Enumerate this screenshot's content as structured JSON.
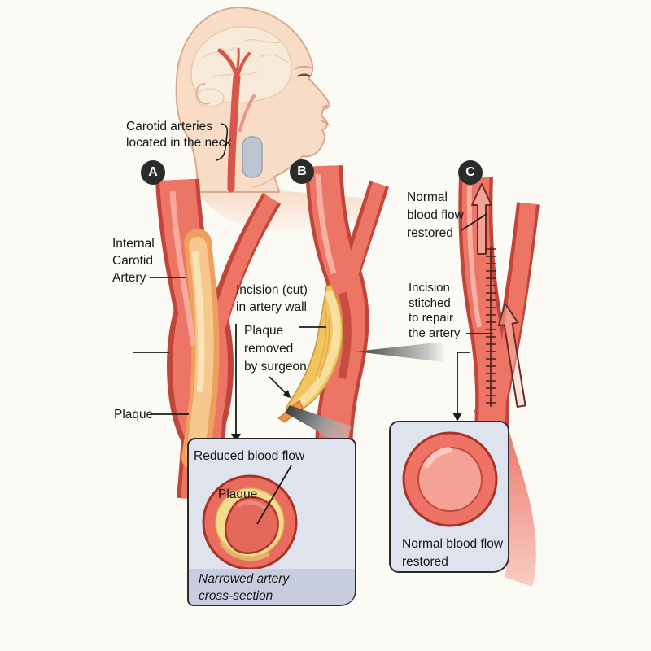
{
  "figure": {
    "neck_label": "Carotid arteries\nlocated in the neck",
    "panel_a": {
      "letter": "A",
      "artery_label": "Internal\nCarotid\nArtery",
      "plaque_label": "Plaque"
    },
    "panel_b": {
      "letter": "B",
      "incision_label": "Incision (cut)\nin artery wall",
      "plaque_removed_label": "Plaque\nremoved\nby surgeon"
    },
    "panel_c": {
      "letter": "C",
      "flow_label": "Normal\nblood flow\nrestored",
      "stitch_label": "Incision\nstitched\nto repair\nthe artery"
    },
    "inset_narrowed": {
      "title": "Reduced blood flow",
      "plaque_label": "Plaque",
      "caption": "Narrowed artery\ncross-section"
    },
    "inset_normal": {
      "caption": "Normal blood flow\nrestored"
    },
    "colors": {
      "background": "#fbfaf5",
      "artery_red": "#ec7566",
      "artery_dark_red": "#c2453a",
      "artery_highlight": "#f6b0a2",
      "plaque_yellow": "#f0c55f",
      "plaque_orange": "#ef9f5e",
      "inset_background": "#dfe3ee",
      "inset_caption_band": "#c7cdde",
      "inset_border": "#2b2b2b",
      "badge_background": "#2b2b2b",
      "badge_text": "#ffffff",
      "leader_line": "#1c1c1c",
      "tool_gray": "#6e6e6e",
      "skin": "#f9dcc6",
      "larynx_gray": "#bdc4d2"
    }
  }
}
